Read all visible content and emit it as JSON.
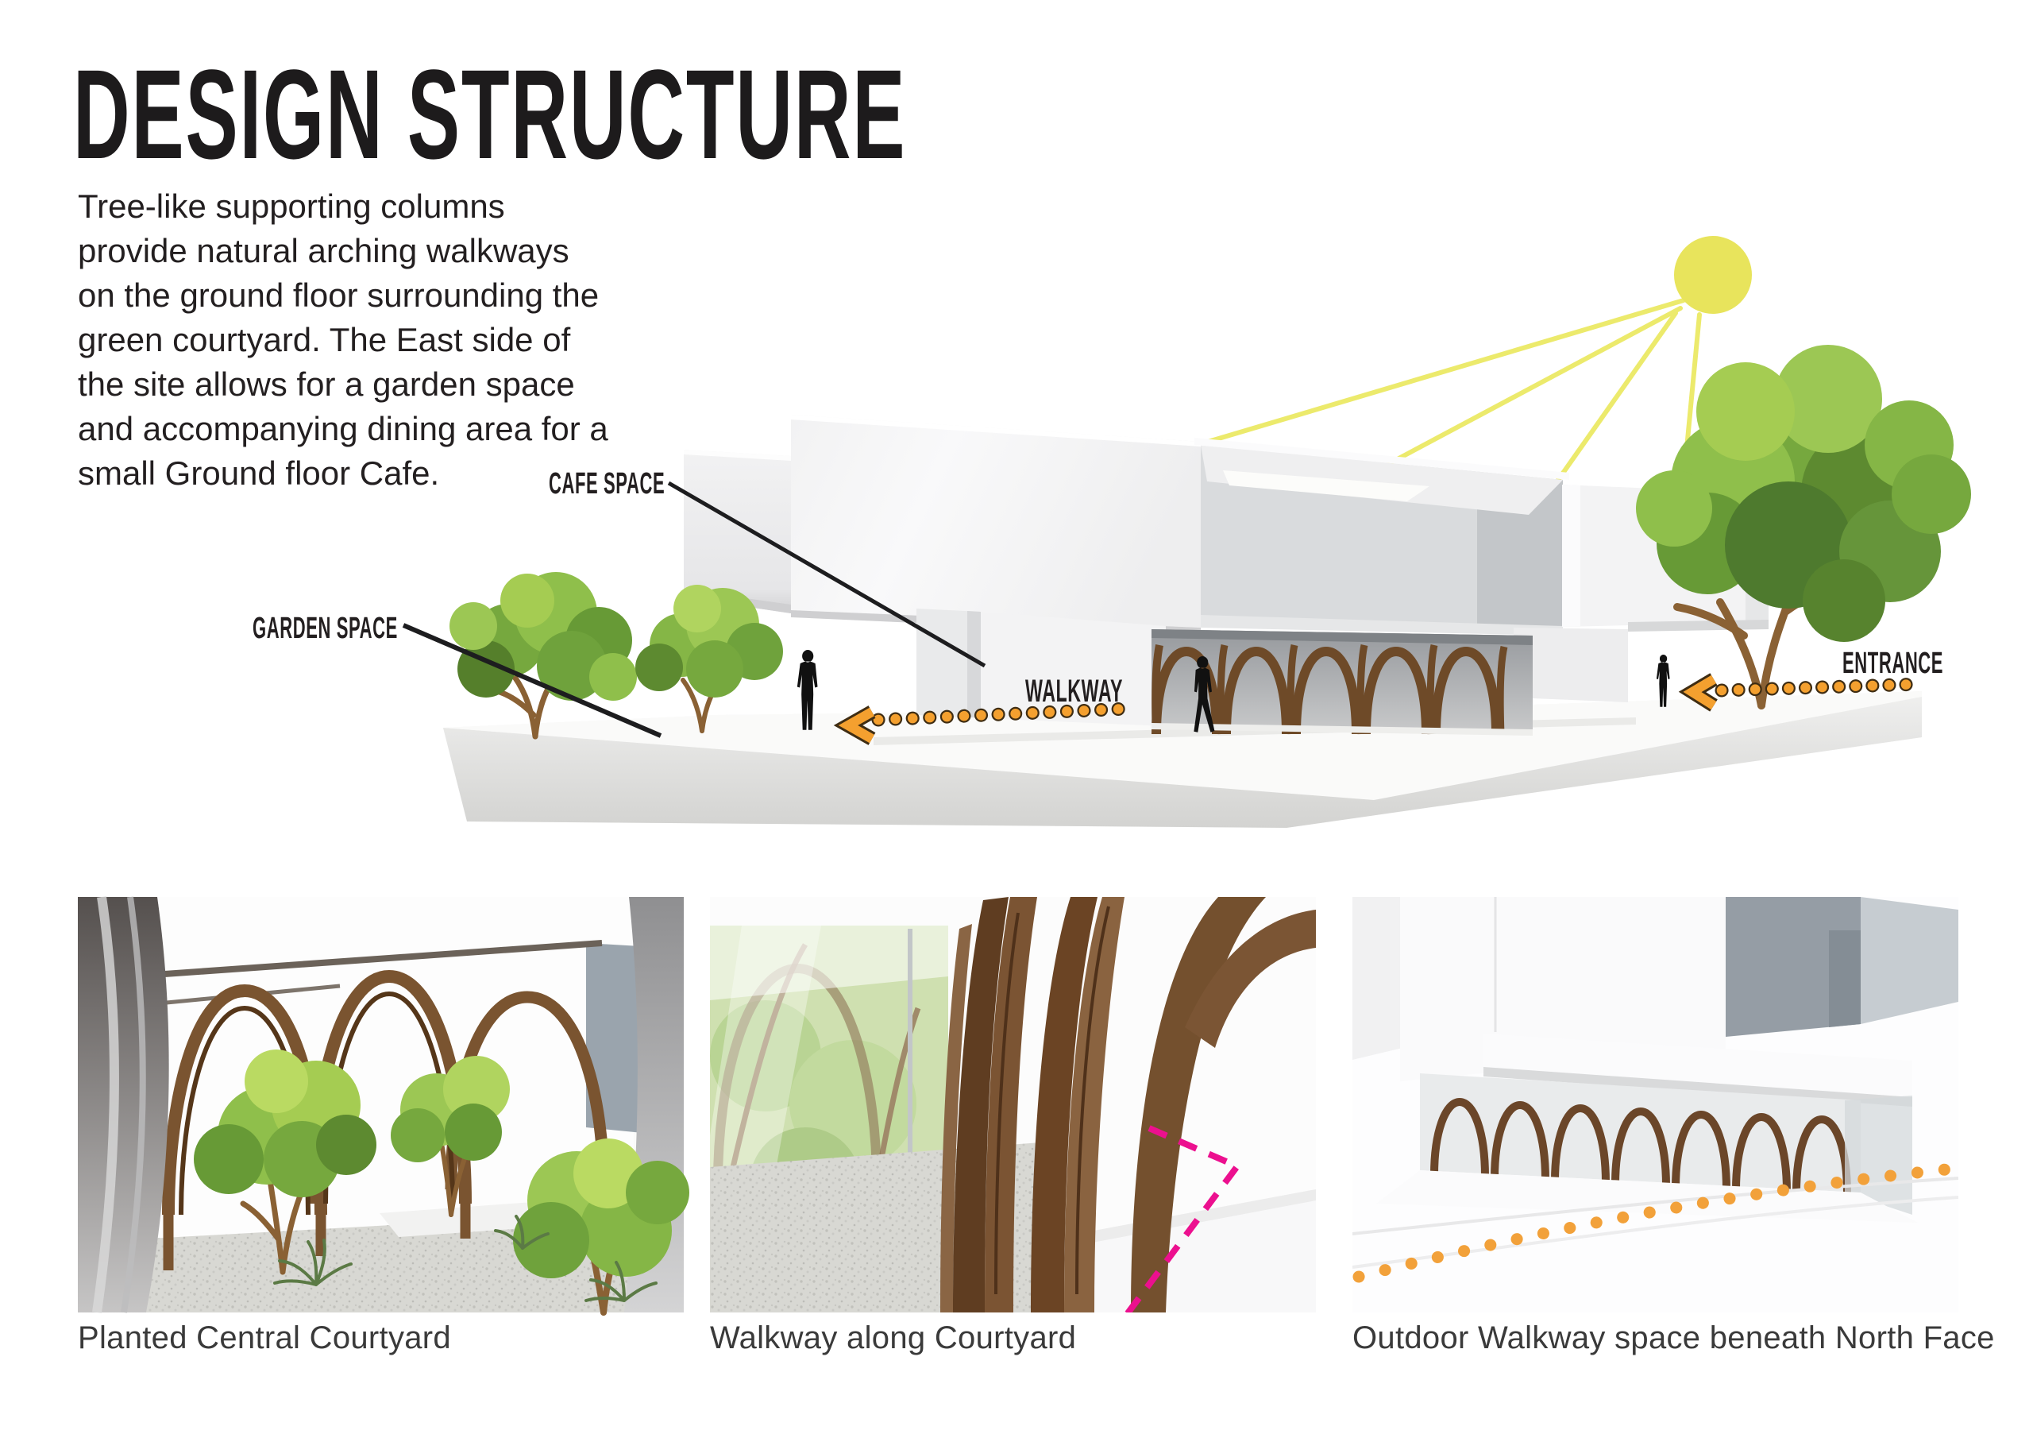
{
  "header": {
    "title": "DESIGN STRUCTURE",
    "description": "Tree-like supporting columns\nprovide natural arching walkways\non the ground floor surrounding the\ngreen courtyard.  The East side of\nthe site allows for a garden space\nand accompanying dining area for a\nsmall Ground floor Cafe."
  },
  "diagram": {
    "labels": {
      "cafe_space": "CAFE SPACE",
      "garden_space": "GARDEN SPACE",
      "walkway": "WALKWAY",
      "entrance": "ENTRANCE"
    }
  },
  "figures": [
    {
      "caption": "Planted Central Courtyard"
    },
    {
      "caption": "Walkway along Courtyard"
    },
    {
      "caption": "Outdoor Walkway space beneath North Face"
    }
  ],
  "colors": {
    "accent_orange": "#F4A02F",
    "sun_yellow": "#E8E45C",
    "path_magenta": "#EC108F",
    "wood_brown": "#6E4A28",
    "text_dark": "#231F20"
  }
}
